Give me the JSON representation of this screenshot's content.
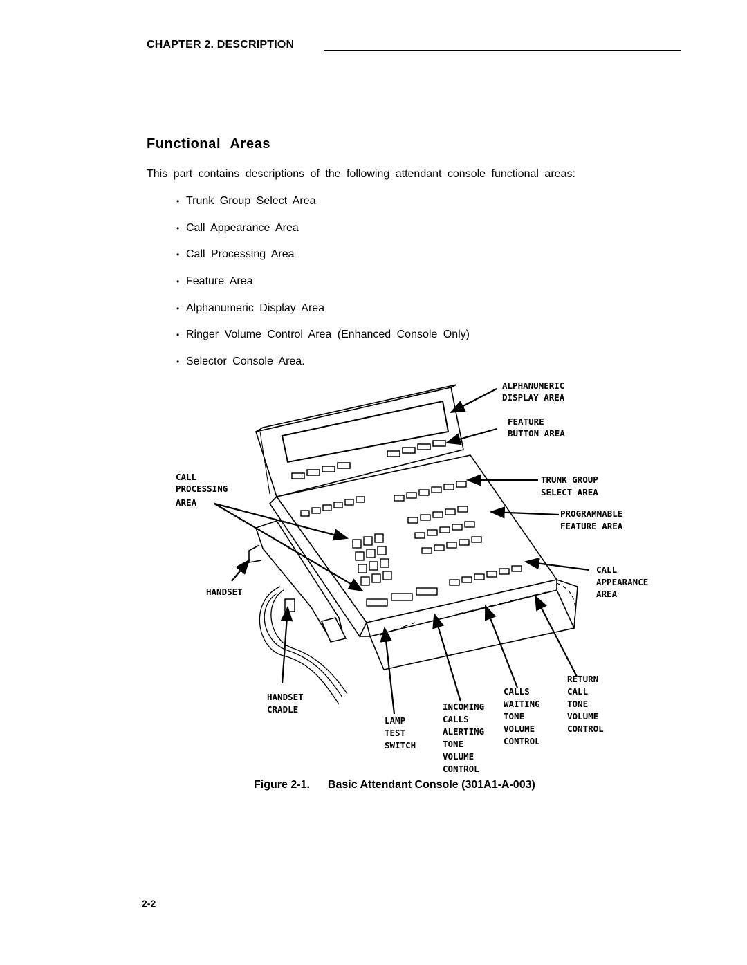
{
  "header": {
    "chapter": "CHAPTER 2. DESCRIPTION"
  },
  "section": {
    "title": "Functional Areas",
    "intro": "This part contains descriptions of the following attendant console functional areas:",
    "bullets": [
      "Trunk Group Select Area",
      "Call Appearance Area",
      "Call Processing Area",
      "Feature Area",
      "Alphanumeric Display Area",
      "Ringer Volume Control Area (Enhanced Console Only)",
      "Selector Console Area."
    ]
  },
  "figure": {
    "labels": {
      "alphanumeric_1": "ALPHANUMERIC",
      "alphanumeric_2": "DISPLAY AREA",
      "feature_1": "FEATURE",
      "feature_2": "BUTTON AREA",
      "call_proc_1": "CALL",
      "call_proc_2": "PROCESSING",
      "call_proc_3": "AREA",
      "trunk_1": "TRUNK GROUP",
      "trunk_2": "SELECT AREA",
      "prog_1": "PROGRAMMABLE",
      "prog_2": "FEATURE AREA",
      "handset": "HANDSET",
      "call_app_1": "CALL",
      "call_app_2": "APPEARANCE",
      "call_app_3": "AREA",
      "cradle_1": "HANDSET",
      "cradle_2": "CRADLE",
      "lamp_1": "LAMP",
      "lamp_2": "TEST",
      "lamp_3": "SWITCH",
      "incoming_1": "INCOMING",
      "incoming_2": "CALLS",
      "incoming_3": "ALERTING",
      "incoming_4": "TONE",
      "incoming_5": "VOLUME",
      "incoming_6": "CONTROL",
      "waiting_1": "CALLS",
      "waiting_2": "WAITING",
      "waiting_3": "TONE",
      "waiting_4": "VOLUME",
      "waiting_5": "CONTROL",
      "return_1": "RETURN",
      "return_2": "CALL",
      "return_3": "TONE",
      "return_4": "VOLUME",
      "return_5": "CONTROL"
    },
    "caption_number": "Figure 2-1.",
    "caption_title": "Basic Attendant Console (301A1-A-003)"
  },
  "footer": {
    "page": "2-2"
  }
}
